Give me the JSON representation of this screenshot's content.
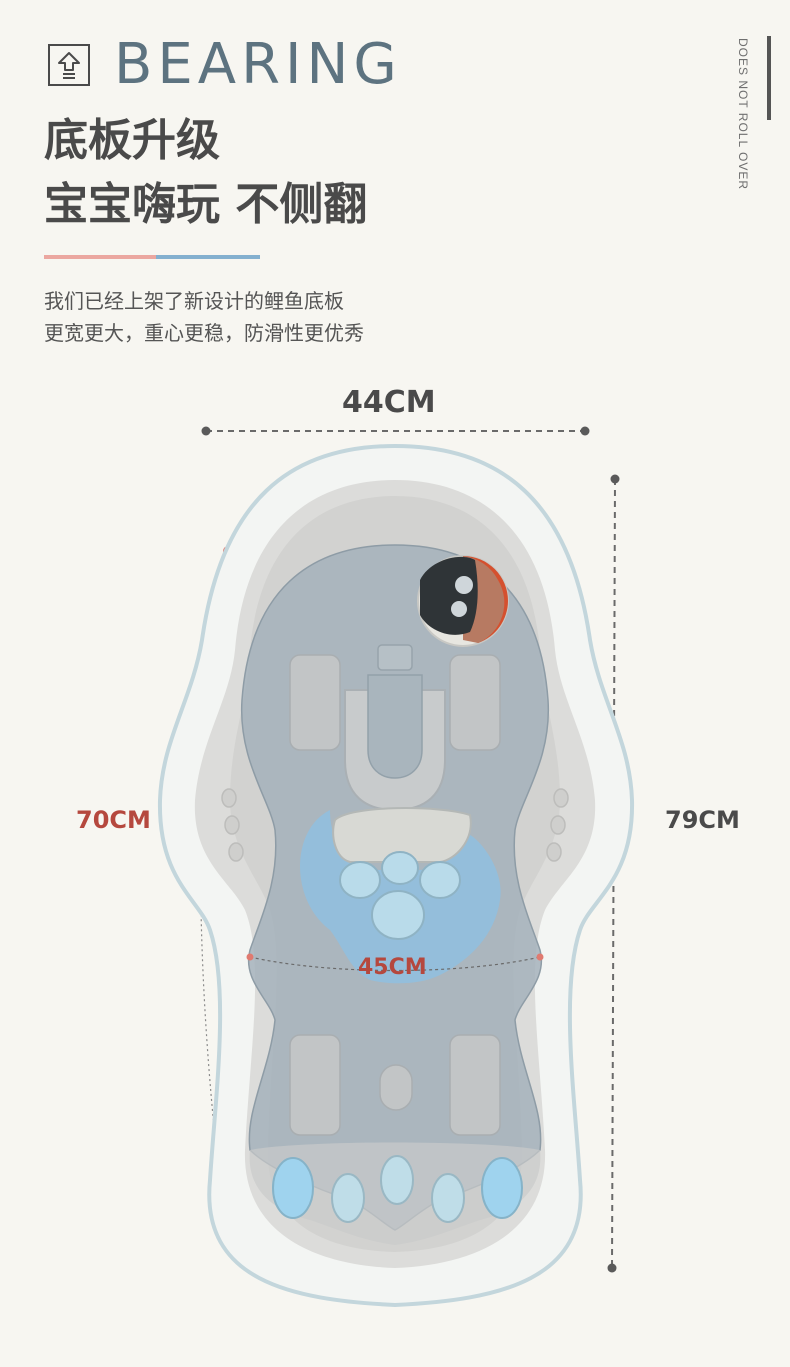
{
  "header": {
    "brand_title": "BEARING",
    "side_text": "DOES NOT ROLL OVER",
    "icon": "upload-arrow-icon"
  },
  "headline": {
    "line1": "底板升级",
    "line2": "宝宝嗨玩  不侧翻"
  },
  "description": {
    "line1": "我们已经上架了新设计的鲤鱼底板",
    "line2": "更宽更大，重心更稳，防滑性更优秀"
  },
  "dimensions": {
    "width": "44CM",
    "outer_length": "79CM",
    "inner_length": "70CM",
    "mid_width": "45CM"
  },
  "colors": {
    "background": "#f7f6f1",
    "title": "#5d7380",
    "text": "#4a4a4a",
    "accent_red": "#b5483e",
    "divider_pink": "#eba7a0",
    "divider_blue": "#84b0cf"
  }
}
